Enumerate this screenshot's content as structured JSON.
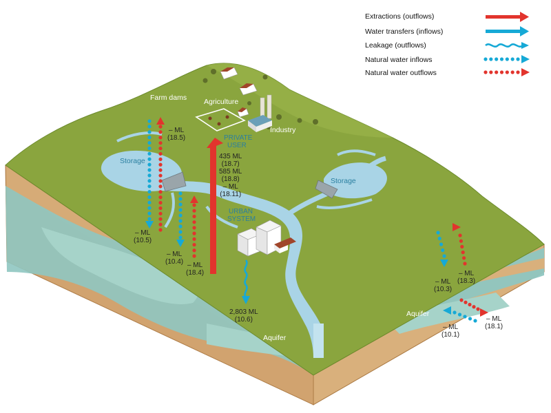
{
  "legend": [
    {
      "label": "Extractions (outflows)",
      "color": "#e2342d",
      "style": "arrow"
    },
    {
      "label": "Water transfers (inflows)",
      "color": "#16a9d6",
      "style": "arrow"
    },
    {
      "label": "Leakage  (outflows)",
      "color": "#16a9d6",
      "style": "wavy"
    },
    {
      "label": "Natural water inflows",
      "color": "#16a9d6",
      "style": "dotted"
    },
    {
      "label": "Natural water outflows",
      "color": "#e2342d",
      "style": "dotted"
    }
  ],
  "places": {
    "farm_dams": "Farm dams",
    "agriculture": "Agriculture",
    "industry": "Industry",
    "storage_left": "Storage",
    "storage_right": "Storage",
    "private_user": [
      "PRIVATE",
      "USER"
    ],
    "urban_system": [
      "URBAN",
      "SYSTEM"
    ],
    "aquifer_left": "Aquifer",
    "aquifer_right": "Aquifer"
  },
  "flows": {
    "dam_outflow": [
      "– ML",
      "(18.5)"
    ],
    "farm_inflow": [
      "– ML",
      "(10.5)"
    ],
    "storage_inflow": [
      "– ML",
      "(10.4)"
    ],
    "storage_outflow": [
      "– ML",
      "(18.4)"
    ],
    "private_user": [
      "435 ML",
      "(18.7)",
      "585 ML",
      "(18.8)",
      "– ML",
      "(18.11)"
    ],
    "urban_leakage": [
      "2,803 ML",
      "(10.6)"
    ],
    "edge_inflow": [
      "– ML",
      "(10.3)"
    ],
    "edge_outflow": [
      "– ML",
      "(18.3)"
    ],
    "aquifer_inflow": [
      "– ML",
      "(10.1)"
    ],
    "aquifer_outflow": [
      "– ML",
      "(18.1)"
    ]
  },
  "colors": {
    "grass": "#8aa53e",
    "soil": "#d3a874",
    "aquifer": "#8fc6c1",
    "river": "#a9d4e6",
    "red": "#e2342d",
    "blue": "#16a9d6"
  }
}
